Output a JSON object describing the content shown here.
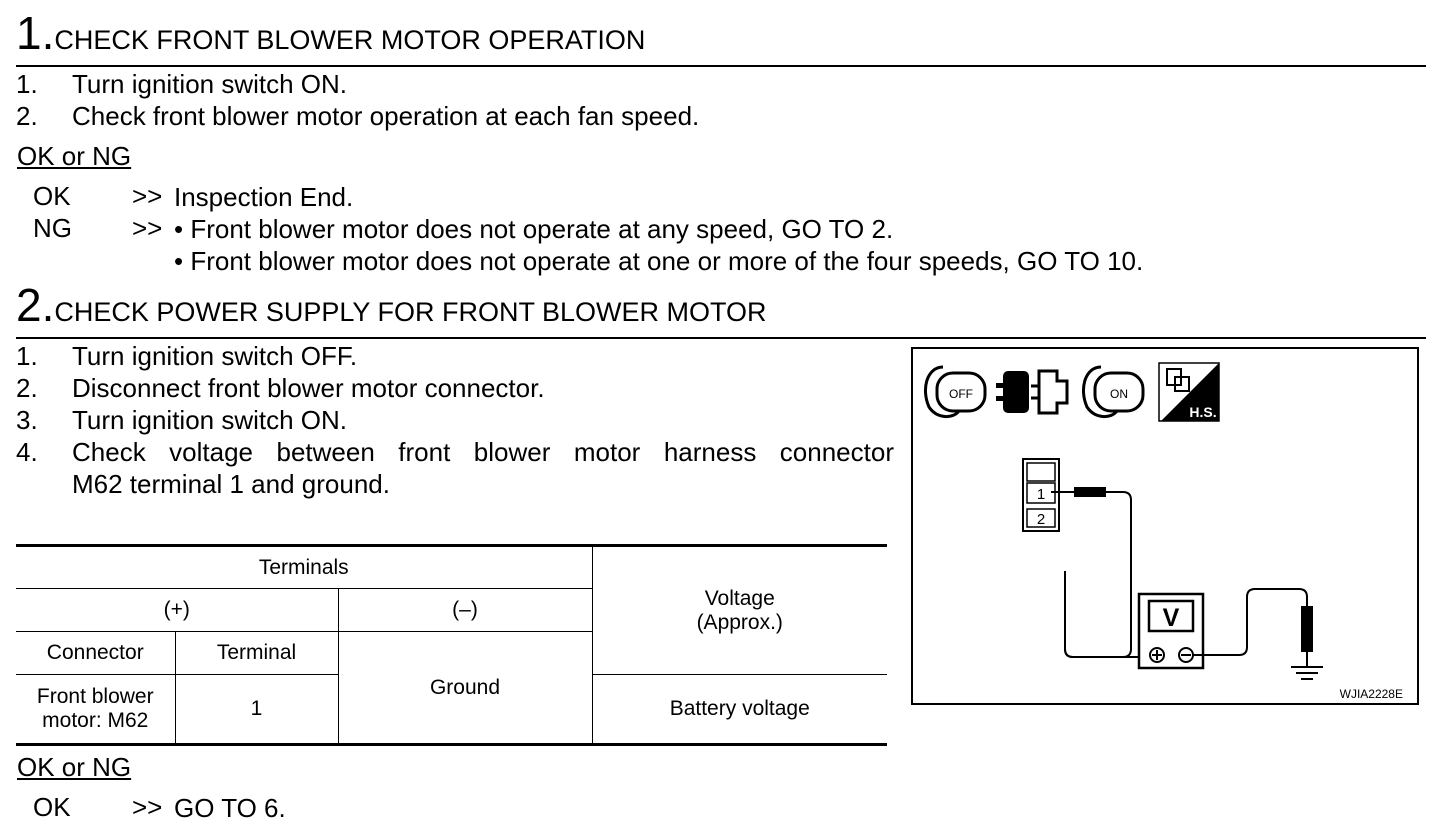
{
  "step1": {
    "num": "1.",
    "title": "CHECK FRONT BLOWER MOTOR OPERATION",
    "items": [
      {
        "n": "1.",
        "text": "Turn ignition switch ON."
      },
      {
        "n": "2.",
        "text": "Check front blower motor operation at each fan speed."
      }
    ],
    "ok_or_ng": "OK or NG",
    "results": [
      {
        "key": "OK",
        "arrow": ">>",
        "text": "Inspection End."
      },
      {
        "key": "NG",
        "arrow": ">>",
        "bullets": [
          "• Front blower motor does not operate at any speed, GO TO 2.",
          "• Front blower motor does not operate at one or more of the four speeds, GO TO 10."
        ]
      }
    ]
  },
  "step2": {
    "num": "2.",
    "title": "CHECK POWER SUPPLY FOR FRONT BLOWER MOTOR",
    "items": [
      {
        "n": "1.",
        "text": "Turn ignition switch OFF."
      },
      {
        "n": "2.",
        "text": "Disconnect front blower motor connector."
      },
      {
        "n": "3.",
        "text": "Turn ignition switch ON."
      },
      {
        "n": "4.",
        "text": "Check voltage between front blower motor harness connector",
        "text2": "M62 terminal 1 and ground."
      }
    ],
    "table": {
      "terminals": "Terminals",
      "plus": "(+)",
      "minus": "(–)",
      "voltage": "Voltage",
      "voltage2": "(Approx.)",
      "connector": "Connector",
      "terminal": "Terminal",
      "row_connector": "Front blower",
      "row_connector2": "motor: M62",
      "row_terminal": "1",
      "row_ground": "Ground",
      "row_voltage": "Battery voltage"
    },
    "ok_or_ng": "OK or NG",
    "results": [
      {
        "key": "OK",
        "arrow": ">>",
        "text": "GO TO 6."
      }
    ]
  },
  "figure": {
    "icons": [
      "ignition-off-icon",
      "disconnect-connector-icon",
      "ignition-on-icon",
      "harness-side-icon"
    ],
    "icon_labels": {
      "off": "OFF",
      "on": "ON",
      "hs": "H.S."
    },
    "pin1": "1",
    "pin2": "2",
    "meter": "V",
    "code": "WJIA2228E"
  }
}
